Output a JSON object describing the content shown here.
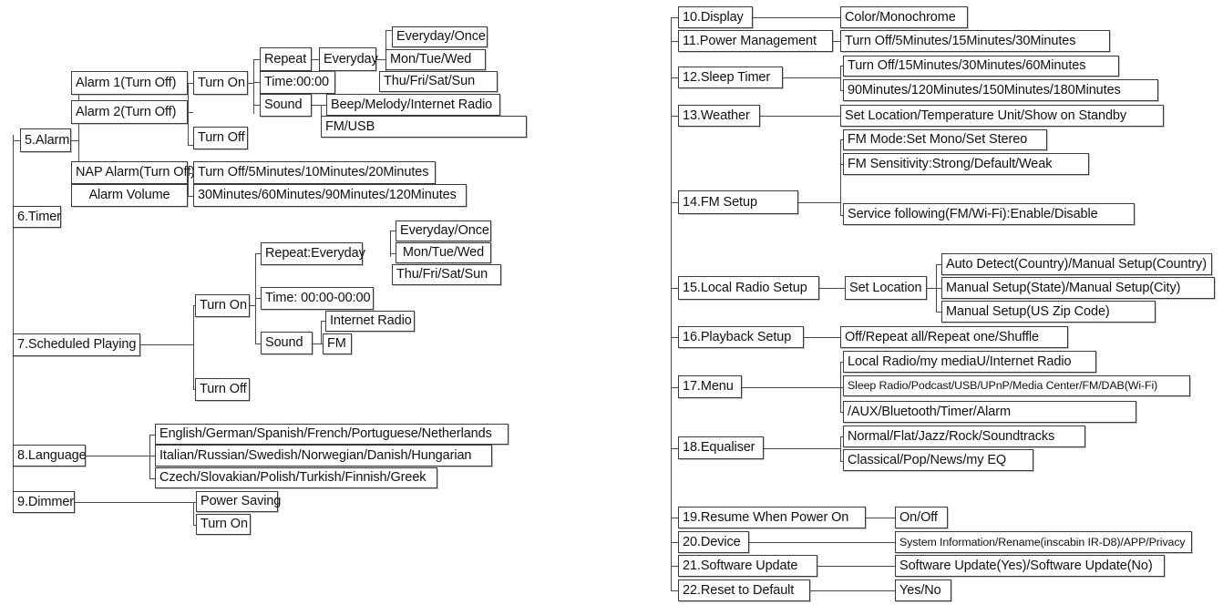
{
  "diagram": {
    "title": "Radio Menu Tree",
    "type": "tree-diagram",
    "line_color": "#4a4a4a",
    "box_border_color": "#3a3a3a",
    "box_fill": "#ffffff",
    "text_color": "#111111"
  },
  "left_column": {
    "items": [
      {
        "id": "alarm",
        "label": "5.Alarm",
        "children": [
          {
            "label": "Alarm 1(Turn Off)",
            "children": [
              {
                "label": "Turn On",
                "children": [
                  {
                    "label": "Repeat",
                    "children": [
                      {
                        "label": "Everyday",
                        "children": [
                          {
                            "label": "Everyday/Once"
                          },
                          {
                            "label": "Mon/Tue/Wed"
                          },
                          {
                            "label": "Thu/Fri/Sat/Sun"
                          }
                        ]
                      }
                    ]
                  },
                  {
                    "label": "Time:00:00"
                  },
                  {
                    "label": "Sound",
                    "children": [
                      {
                        "label": "Beep/Melody/Internet Radio"
                      },
                      {
                        "label": "FM/USB"
                      }
                    ]
                  }
                ]
              },
              {
                "label": "Turn Off"
              }
            ]
          },
          {
            "label": "Alarm 2(Turn Off)"
          },
          {
            "label": "NAP Alarm(Turn Off)",
            "children": [
              {
                "label": "Turn Off/5Minutes/10Minutes/20Minutes"
              },
              {
                "label": "30Minutes/60Minutes/90Minutes/120Minutes"
              }
            ]
          },
          {
            "label": "Alarm Volume"
          }
        ]
      },
      {
        "id": "timer",
        "label": "6.Timer",
        "children": []
      },
      {
        "id": "scheduled_playing",
        "label": "7.Scheduled Playing",
        "children": [
          {
            "label": "Turn On",
            "children": [
              {
                "label": "Repeat:Everyday",
                "children": [
                  {
                    "label": "Everyday/Once"
                  },
                  {
                    "label": "Mon/Tue/Wed"
                  },
                  {
                    "label": "Thu/Fri/Sat/Sun"
                  }
                ]
              },
              {
                "label": "Time: 00:00-00:00"
              },
              {
                "label": "Sound",
                "children": [
                  {
                    "label": "Internet Radio"
                  },
                  {
                    "label": "FM"
                  }
                ]
              }
            ]
          },
          {
            "label": "Turn Off"
          }
        ]
      },
      {
        "id": "language",
        "label": "8.Language",
        "children": [
          {
            "label": "English/German/Spanish/French/Portuguese/Netherlands"
          },
          {
            "label": "Italian/Russian/Swedish/Norwegian/Danish/Hungarian"
          },
          {
            "label": "Czech/Slovakian/Polish/Turkish/Finnish/Greek"
          }
        ]
      },
      {
        "id": "dimmer",
        "label": "9.Dimmer",
        "children": [
          {
            "label": "Power Saving"
          },
          {
            "label": "Turn On"
          }
        ]
      }
    ]
  },
  "right_column": {
    "items": [
      {
        "id": "display",
        "label": "10.Display",
        "children": [
          {
            "label": "Color/Monochrome"
          }
        ]
      },
      {
        "id": "power_management",
        "label": "11.Power Management",
        "children": [
          {
            "label": "Turn Off/5Minutes/15Minutes/30Minutes"
          }
        ]
      },
      {
        "id": "sleep_timer",
        "label": "12.Sleep Timer",
        "children": [
          {
            "label": "Turn Off/15Minutes/30Minutes/60Minutes"
          },
          {
            "label": "90Minutes/120Minutes/150Minutes/180Minutes"
          }
        ]
      },
      {
        "id": "weather",
        "label": "13.Weather",
        "children": [
          {
            "label": "Set Location/Temperature Unit/Show on Standby"
          }
        ]
      },
      {
        "id": "fm_setup",
        "label": "14.FM Setup",
        "children": [
          {
            "label": "FM Mode:Set Mono/Set Stereo"
          },
          {
            "label": "FM Sensitivity:Strong/Default/Weak"
          },
          {
            "label": "Service following(FM/Wi-Fi):Enable/Disable"
          }
        ]
      },
      {
        "id": "local_radio_setup",
        "label": "15.Local Radio Setup",
        "children": [
          {
            "label": "Set Location",
            "children": [
              {
                "label": "Auto Detect(Country)/Manual Setup(Country)"
              },
              {
                "label": "Manual Setup(State)/Manual Setup(City)"
              },
              {
                "label": "Manual Setup(US Zip Code)"
              }
            ]
          }
        ]
      },
      {
        "id": "playback_setup",
        "label": "16.Playback Setup",
        "children": [
          {
            "label": "Off/Repeat all/Repeat one/Shuffle"
          }
        ]
      },
      {
        "id": "menu",
        "label": "17.Menu",
        "children": [
          {
            "label": "Local Radio/my mediaU/Internet Radio"
          },
          {
            "label": "Sleep Radio/Podcast/USB/UPnP/Media Center/FM/DAB(Wi-Fi)"
          },
          {
            "label": "/AUX/Bluetooth/Timer/Alarm"
          }
        ]
      },
      {
        "id": "equaliser",
        "label": "18.Equaliser",
        "children": [
          {
            "label": "Normal/Flat/Jazz/Rock/Soundtracks"
          },
          {
            "label": "Classical/Pop/News/my EQ"
          }
        ]
      },
      {
        "id": "resume_when_power_on",
        "label": "19.Resume When Power On",
        "children": [
          {
            "label": "On/Off"
          }
        ]
      },
      {
        "id": "device",
        "label": "20.Device",
        "children": [
          {
            "label": "System Information/Rename(inscabin IR-D8)/APP/Privacy"
          }
        ]
      },
      {
        "id": "software_update",
        "label": "21.Software Update",
        "children": [
          {
            "label": "Software Update(Yes)/Software Update(No)"
          }
        ]
      },
      {
        "id": "reset_to_default",
        "label": "22.Reset to Default",
        "children": [
          {
            "label": "Yes/No"
          }
        ]
      }
    ]
  }
}
